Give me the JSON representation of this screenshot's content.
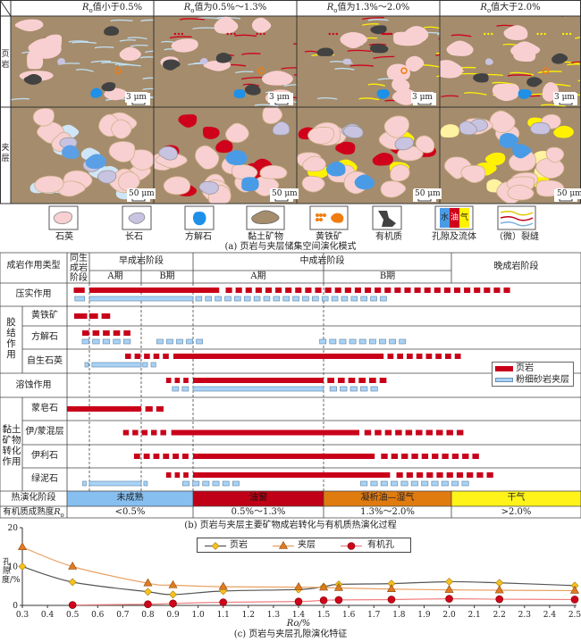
{
  "colors": {
    "brown": "#a58c6c",
    "quartz": "#f9d0d1",
    "feldspar": "#c9c3e2",
    "calcite": "#1e90e8",
    "pyrite": "#f07c10",
    "organic": "#424242",
    "water": "#4a9be6",
    "oil": "#d0021b",
    "gas": "#fff200",
    "shale_bar": "#c8001a",
    "interlayer_bar": "#a8d3f7",
    "immature": "#86bff0",
    "oil_window": "#c00016",
    "condensate": "#e07b10",
    "dry_gas": "#fff31a"
  },
  "panel_a": {
    "columns": [
      {
        "prefix": "R",
        "sub": "o",
        "text": "值小于0.5%"
      },
      {
        "prefix": "R",
        "sub": "o",
        "text": "值为0.5%～1.3%"
      },
      {
        "prefix": "R",
        "sub": "o",
        "text": "值为1.3%～2.0%"
      },
      {
        "prefix": "R",
        "sub": "o",
        "text": "值大于2.0%"
      }
    ],
    "rows": [
      "页岩",
      "夹层"
    ],
    "scale_shale": "3 μm",
    "scale_interlayer": "50 μm",
    "legend": [
      {
        "label": "石英",
        "icon": "quartz-icon"
      },
      {
        "label": "长石",
        "icon": "feldspar-icon"
      },
      {
        "label": "方解石",
        "icon": "calcite-icon"
      },
      {
        "label": "黏土矿物",
        "icon": "clay-mineral-icon"
      },
      {
        "label": "黄铁矿",
        "icon": "pyrite-icon"
      },
      {
        "label": "有机质",
        "icon": "organic-matter-icon"
      },
      {
        "label": "孔隙及流体",
        "icon": "pore-fluid-icon",
        "fluids": [
          "水",
          "油",
          "气"
        ]
      },
      {
        "label": "（微）裂缝",
        "icon": "microfracture-icon"
      }
    ],
    "caption": "(a) 页岩与夹层储集空间演化模式"
  },
  "panel_b": {
    "header": {
      "type": "成岩作用类型",
      "syngenetic": "同生成岩阶段",
      "early": "早成岩阶段",
      "middle": "中成岩阶段",
      "late": "晚成岩阶段",
      "early_a": "A期",
      "early_b": "B期",
      "middle_a": "A期",
      "middle_b": "B期"
    },
    "groups": {
      "cementation": "胶结作用",
      "clay": "黏土矿物转化作用"
    },
    "rows": [
      {
        "label": "压实作用",
        "shale": [
          [
            "d",
            0.3,
            0.95
          ],
          [
            "s",
            1,
            3.2
          ],
          [
            "d",
            3.25,
            5.48
          ]
        ],
        "interlayer": [
          [
            "d",
            0.35,
            0.95
          ],
          [
            "s",
            1,
            3
          ],
          [
            "d",
            3.02,
            4.52
          ]
        ]
      },
      {
        "label": "黄铁矿",
        "shale": [
          [
            "s",
            0.32,
            0.9
          ],
          [
            "d",
            1.0,
            1.47
          ]
        ],
        "interlayer": []
      },
      {
        "label": "方解石",
        "shale": [
          [
            "d",
            0.68,
            1.86
          ]
        ],
        "interlayer": [
          [
            "d",
            0.68,
            1.86
          ],
          [
            "d",
            2.3,
            3.1
          ],
          [
            "d",
            3.97,
            4.67
          ]
        ]
      },
      {
        "label": "自生石英",
        "shale": [
          [
            "d",
            1.69,
            2.6
          ],
          [
            "s",
            2.62,
            4.47
          ],
          [
            "d",
            4.5,
            5.1
          ]
        ],
        "interlayer": [
          [
            "d",
            0.8,
            0.98
          ],
          [
            "s",
            1.05,
            2
          ],
          [
            "d",
            2.03,
            2.35
          ]
        ]
      },
      {
        "label": "溶蚀作用",
        "shale": [
          [
            "d",
            2.48,
            2.98
          ],
          [
            "s",
            3,
            4
          ],
          [
            "d",
            4.03,
            4.52
          ]
        ],
        "interlayer": [
          [
            "d",
            2.6,
            2.98
          ],
          [
            "s",
            3,
            4
          ],
          [
            "d",
            4.05,
            4.45
          ]
        ]
      },
      {
        "label": "蒙皂石",
        "shale": [
          [
            "s",
            0,
            2
          ],
          [
            "d",
            2.08,
            2.5
          ]
        ],
        "interlayer": []
      },
      {
        "label": "伊/蒙混层",
        "shale": [
          [
            "d",
            1.65,
            2.55
          ],
          [
            "s",
            2.58,
            4.28
          ],
          [
            "d",
            4.32,
            5.12
          ]
        ],
        "interlayer": []
      },
      {
        "label": "伊利石",
        "shale": [
          [
            "d",
            1.86,
            2.98
          ],
          [
            "s",
            3,
            4.4
          ],
          [
            "d",
            4.45,
            5.24
          ]
        ],
        "interlayer": []
      },
      {
        "label": "绿泥石",
        "shale": [
          [
            "d",
            2.48,
            2.98
          ],
          [
            "s",
            3,
            4.52
          ],
          [
            "d",
            4.57,
            5.35
          ]
        ],
        "interlayer": [
          [
            "d",
            0.7,
            0.9
          ],
          [
            "s",
            1,
            2
          ],
          [
            "d",
            2.05,
            2.12
          ],
          [
            "d",
            2.8,
            3.38
          ],
          [
            "d",
            4.29,
            5.16
          ]
        ]
      }
    ],
    "legend": {
      "shale": "页岩",
      "interlayer": "粉细砂岩夹层"
    },
    "thermal_label": "热演化阶段",
    "thermal": [
      "未成熟",
      "油窗",
      "凝析油—湿气",
      "干气"
    ],
    "maturity_label": "有机质成熟度",
    "maturity_sym": "R",
    "maturity_sub": "o",
    "maturity": [
      "<0.5%",
      "0.5%～1.3%",
      "1.3%～2.0%",
      ">2.0%"
    ],
    "caption": "(b) 页岩与夹层主要矿物成岩转化与有机质热演化过程"
  },
  "chart_data": {
    "type": "line",
    "title": "",
    "xlabel": "Ro/%",
    "ylabel": "孔隙度/%",
    "xlim": [
      0.3,
      2.5
    ],
    "ylim": [
      0,
      20
    ],
    "xticks": [
      "0.3",
      "0.4",
      "0.5",
      "0.6",
      "0.7",
      "0.8",
      "0.9",
      "1.0",
      "1.1",
      "1.2",
      "1.3",
      "1.4",
      "1.5",
      "1.6",
      "1.7",
      "1.8",
      "1.9",
      "2.0",
      "2.1",
      "2.2",
      "2.3",
      "2.4",
      "2.5"
    ],
    "yticks": [
      "0",
      "10",
      "20"
    ],
    "legend_position": "top-center",
    "series": [
      {
        "name": "页岩",
        "marker": "diamond",
        "color": "#555555",
        "marker_color": "#f7c21c",
        "x": [
          0.3,
          0.5,
          0.8,
          0.9,
          1.1,
          1.4,
          1.5,
          1.56,
          1.77,
          2.0,
          2.2,
          2.5
        ],
        "y": [
          10,
          6,
          3.5,
          2.8,
          3.7,
          4.1,
          4.8,
          5.4,
          5.6,
          6.1,
          5.8,
          5.1
        ]
      },
      {
        "name": "夹层",
        "marker": "triangle",
        "color": "#e8a060",
        "marker_color": "#e07b20",
        "x": [
          0.3,
          0.5,
          0.8,
          0.9,
          1.1,
          1.4,
          1.5,
          1.56,
          1.77,
          2.0,
          2.2,
          2.5
        ],
        "y": [
          15,
          10,
          5.7,
          5.2,
          4.8,
          4.7,
          4.6,
          4.5,
          4.2,
          4.0,
          3.9,
          3.8
        ]
      },
      {
        "name": "有机孔",
        "marker": "circle",
        "color": "#f08080",
        "marker_color": "#d0021b",
        "x": [
          0.5,
          0.8,
          0.9,
          1.1,
          1.4,
          1.5,
          1.56,
          1.77,
          2.0,
          2.2,
          2.5
        ],
        "y": [
          0.1,
          0.3,
          0.5,
          0.8,
          1.0,
          1.3,
          1.4,
          1.5,
          1.7,
          1.6,
          1.5
        ]
      }
    ],
    "caption": "(c) 页岩与夹层孔隙演化特征"
  }
}
